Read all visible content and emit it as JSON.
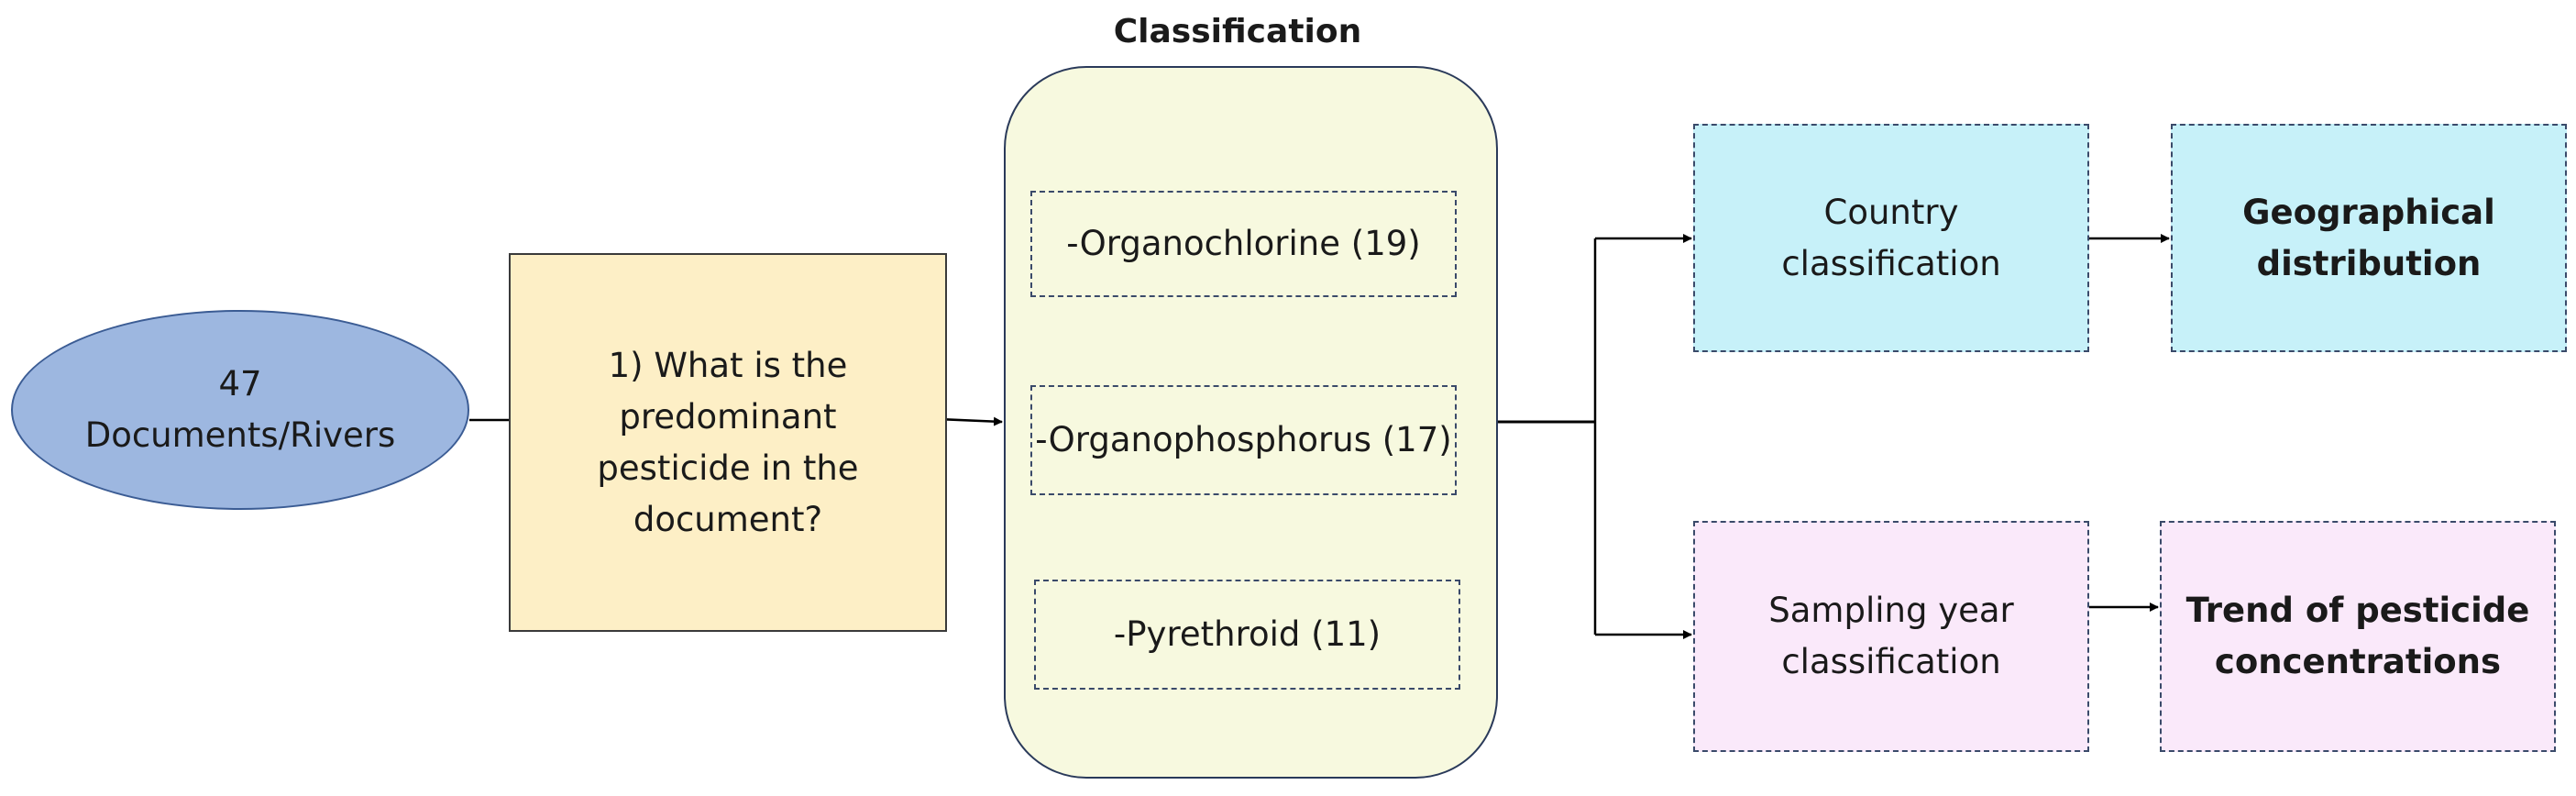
{
  "source": {
    "text": "47\nDocuments/Rivers"
  },
  "question": {
    "text": "1) What is the\npredominant\npesticide in the\ndocument?"
  },
  "classification": {
    "title": "Classification",
    "items": [
      {
        "label": "-Organochlorine (19)"
      },
      {
        "label": "-Organophosphorus (17)"
      },
      {
        "label": "-Pyrethroid (11)"
      }
    ]
  },
  "branches": {
    "country": {
      "label": "Country\nclassification",
      "result": "Geographical\ndistribution"
    },
    "sampling": {
      "label": "Sampling year\nclassification",
      "result": "Trend of pesticide\nconcentrations"
    }
  },
  "colors": {
    "source_fill": "#9db7e0",
    "question_fill": "#fdefc6",
    "classification_fill": "#f7f9df",
    "country_fill": "#c7f1f9",
    "sampling_fill": "#fae9fa"
  }
}
